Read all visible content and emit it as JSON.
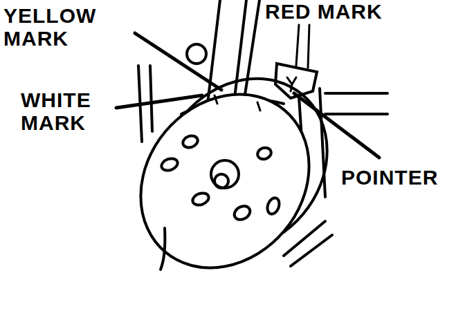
{
  "diagram": {
    "labels": [
      "YELLOW MARK",
      "RED MARK",
      "WHITE MARK",
      "POINTER"
    ]
  }
}
